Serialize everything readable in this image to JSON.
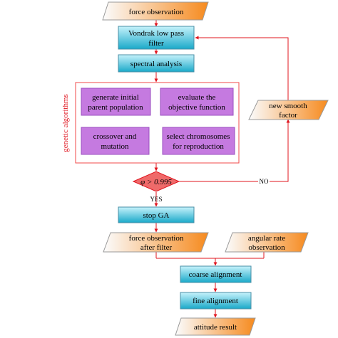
{
  "colors": {
    "process_top": "#c6f2fb",
    "process_bottom": "#1aa9c9",
    "process_stroke": "#4a8fa6",
    "io_left": "#fbfcfd",
    "io_right": "#f68a1e",
    "io_stroke": "#9a9a9a",
    "ga_fill": "#c57ae0",
    "ga_stroke": "#9a4fbf",
    "decision_fill": "#ef6a6a",
    "arrow": "#e0141e",
    "group_border": "#f04a4a"
  },
  "nodes": {
    "force_observation": "force observation",
    "vondrak_line1": "Vondrak low pass",
    "vondrak_line2": "filter",
    "spectral_analysis": "spectral analysis",
    "generate_line1": "generate initial",
    "generate_line2": "parent population",
    "evaluate_line1": "evaluate the",
    "evaluate_line2": "objective function",
    "crossover_line1": "crossover and",
    "crossover_line2": "mutation",
    "select_line1": "select chromosomes",
    "select_line2": "for reproduction",
    "decision": "φ > 0.995",
    "new_smooth_line1": "new smooth",
    "new_smooth_line2": "factor",
    "stop_ga": "stop GA",
    "force_after_line1": "force observation",
    "force_after_line2": "after filter",
    "angular_line1": "angular rate",
    "angular_line2": "observation",
    "coarse_alignment": "coarse alignment",
    "fine_alignment": "fine alignment",
    "attitude_result": "attitude result"
  },
  "labels": {
    "group": "genetic algorithms",
    "yes": "YES",
    "no": "NO"
  }
}
